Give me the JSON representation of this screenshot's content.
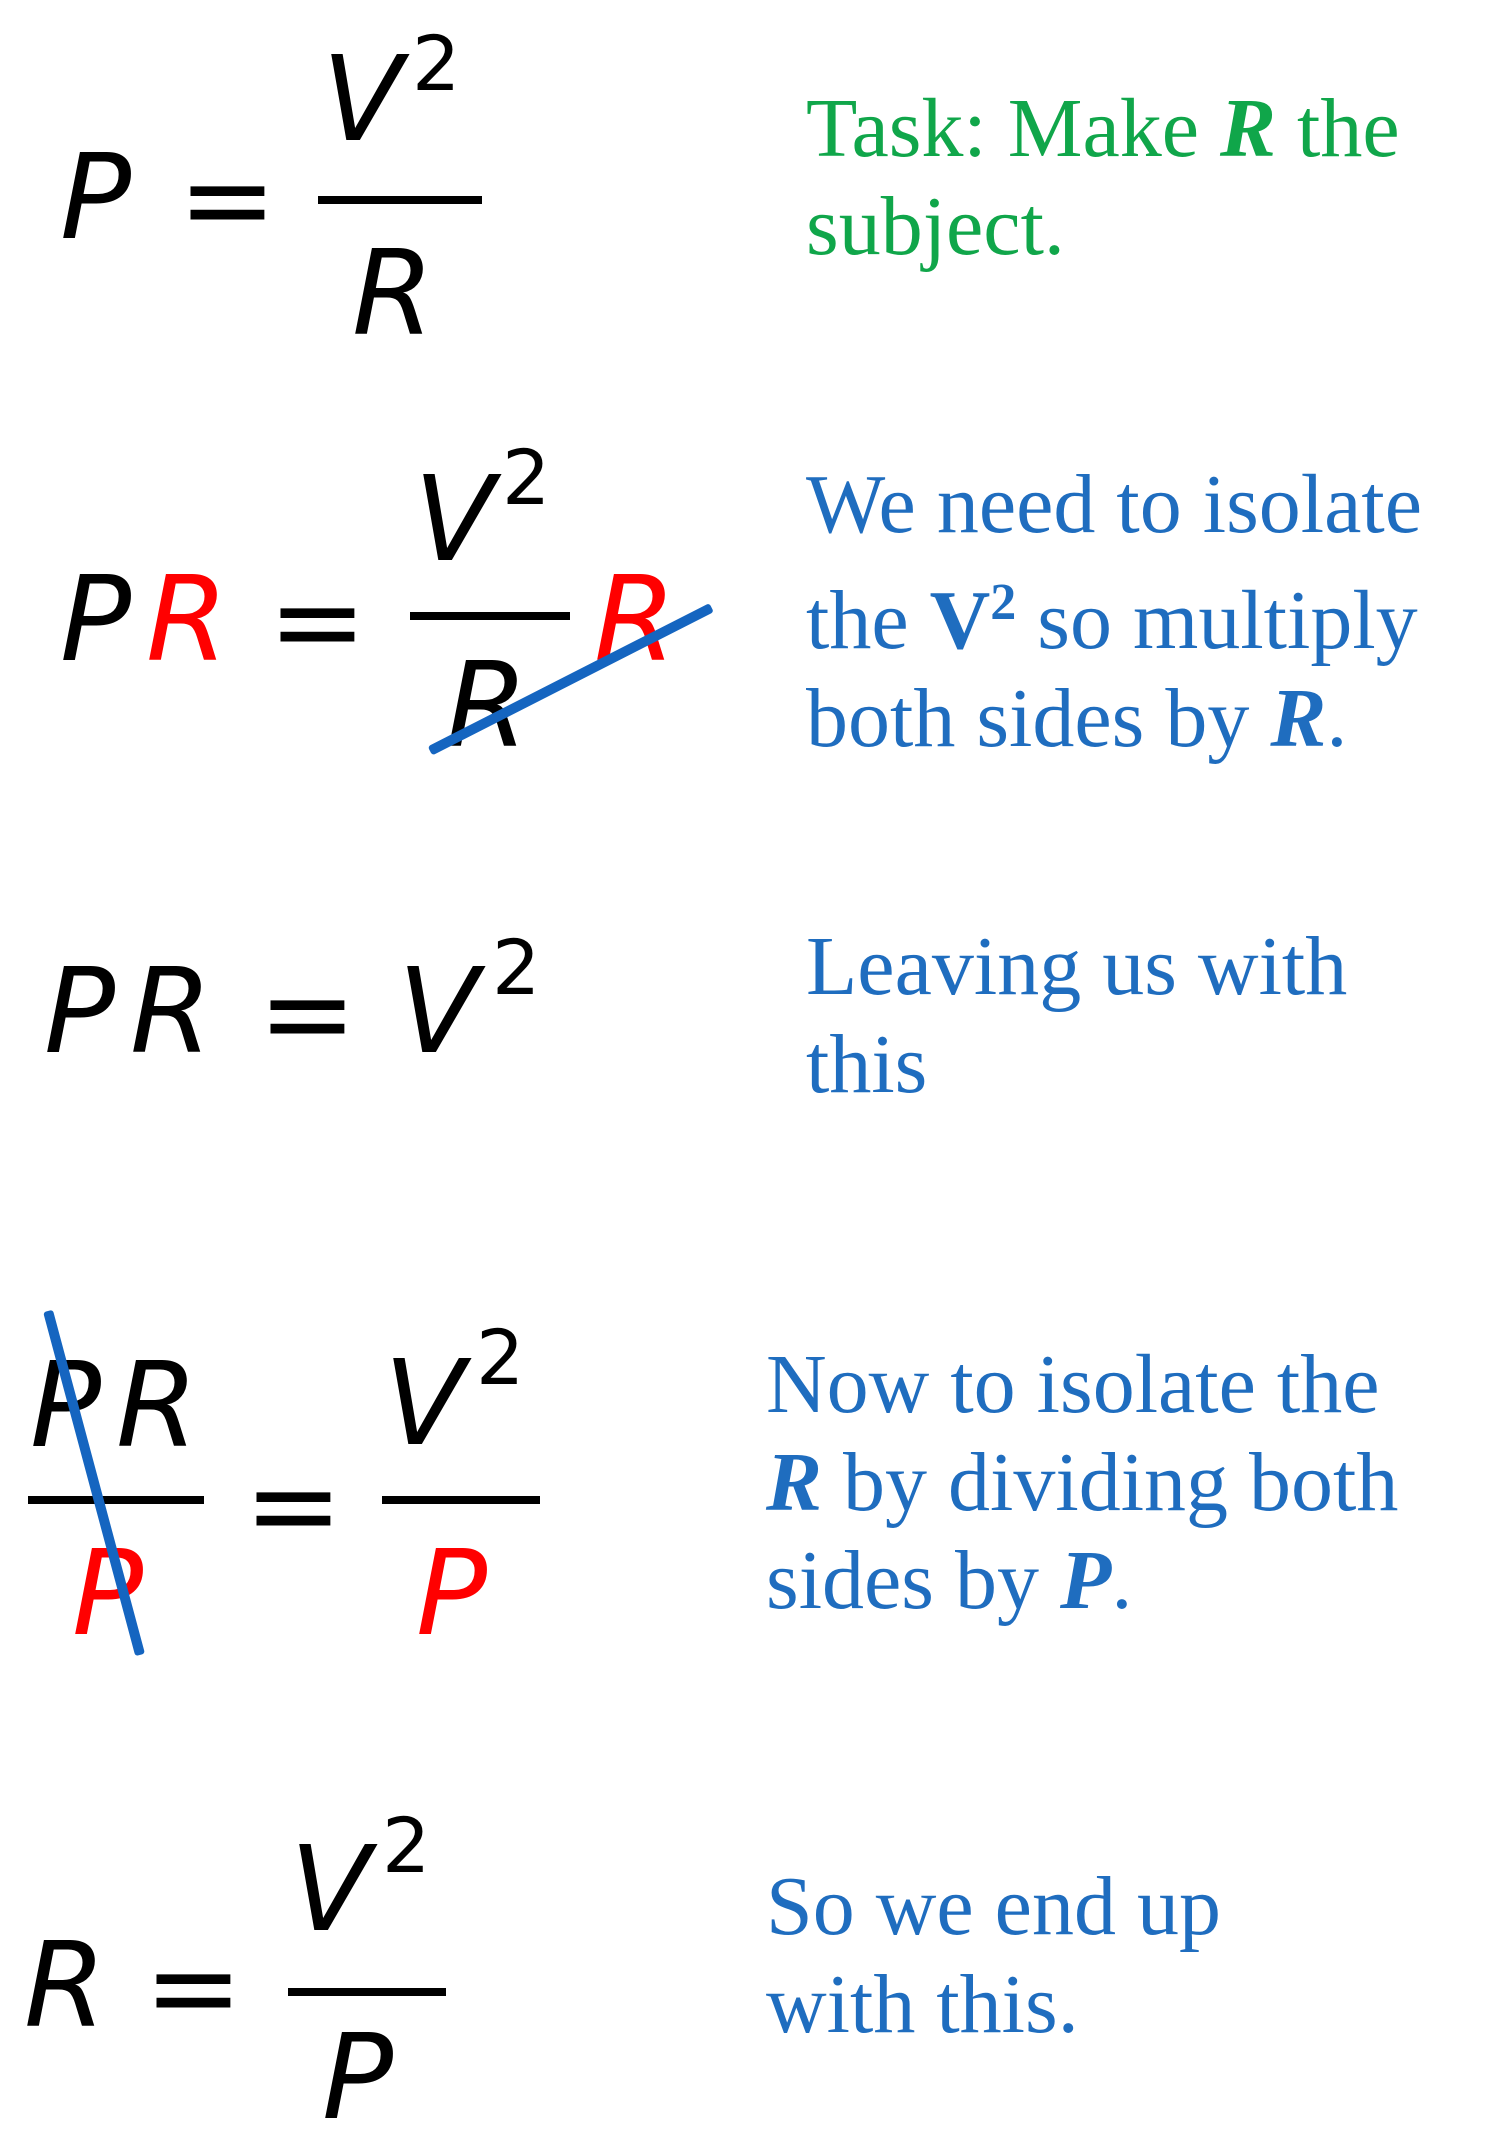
{
  "steps": [
    {
      "equation": {
        "P": "P",
        "eq": "=",
        "V": "V",
        "exp": "2",
        "R": "R"
      },
      "note": {
        "prefix": "Task: Make ",
        "var": "R",
        "suffix": " the subject."
      },
      "note_color": "#10a64a"
    },
    {
      "equation": {
        "P": "P",
        "R_red": "R",
        "eq": "=",
        "V": "V",
        "exp": "2",
        "R_den": "R",
        "R_mult": "R"
      },
      "note": {
        "prefix": "We need to isolate the ",
        "bold": "V",
        "bold_exp": "2",
        "middle": " so multiply both sides by ",
        "var": "R",
        "suffix": "."
      },
      "note_color": "#1f6dbf"
    },
    {
      "equation": {
        "P": "P",
        "R": "R",
        "eq": "=",
        "V": "V",
        "exp": "2"
      },
      "note": {
        "text": "Leaving us with this"
      },
      "note_color": "#1f6dbf"
    },
    {
      "equation": {
        "P": "P",
        "R": "R",
        "P_den": "P",
        "eq": "=",
        "V": "V",
        "exp": "2",
        "P_right": "P"
      },
      "note": {
        "prefix": "Now to isolate the ",
        "var": "R",
        "middle": " by dividing both sides by ",
        "var2": "P",
        "suffix": "."
      },
      "note_color": "#1f6dbf"
    },
    {
      "equation": {
        "R": "R",
        "eq": "=",
        "V": "V",
        "exp": "2",
        "P": "P"
      },
      "note": {
        "text": "So we end up with this."
      },
      "note_color": "#1f6dbf"
    }
  ],
  "colors": {
    "highlight": "#ff0000",
    "strike": "#1565c0",
    "text": "#000000"
  }
}
